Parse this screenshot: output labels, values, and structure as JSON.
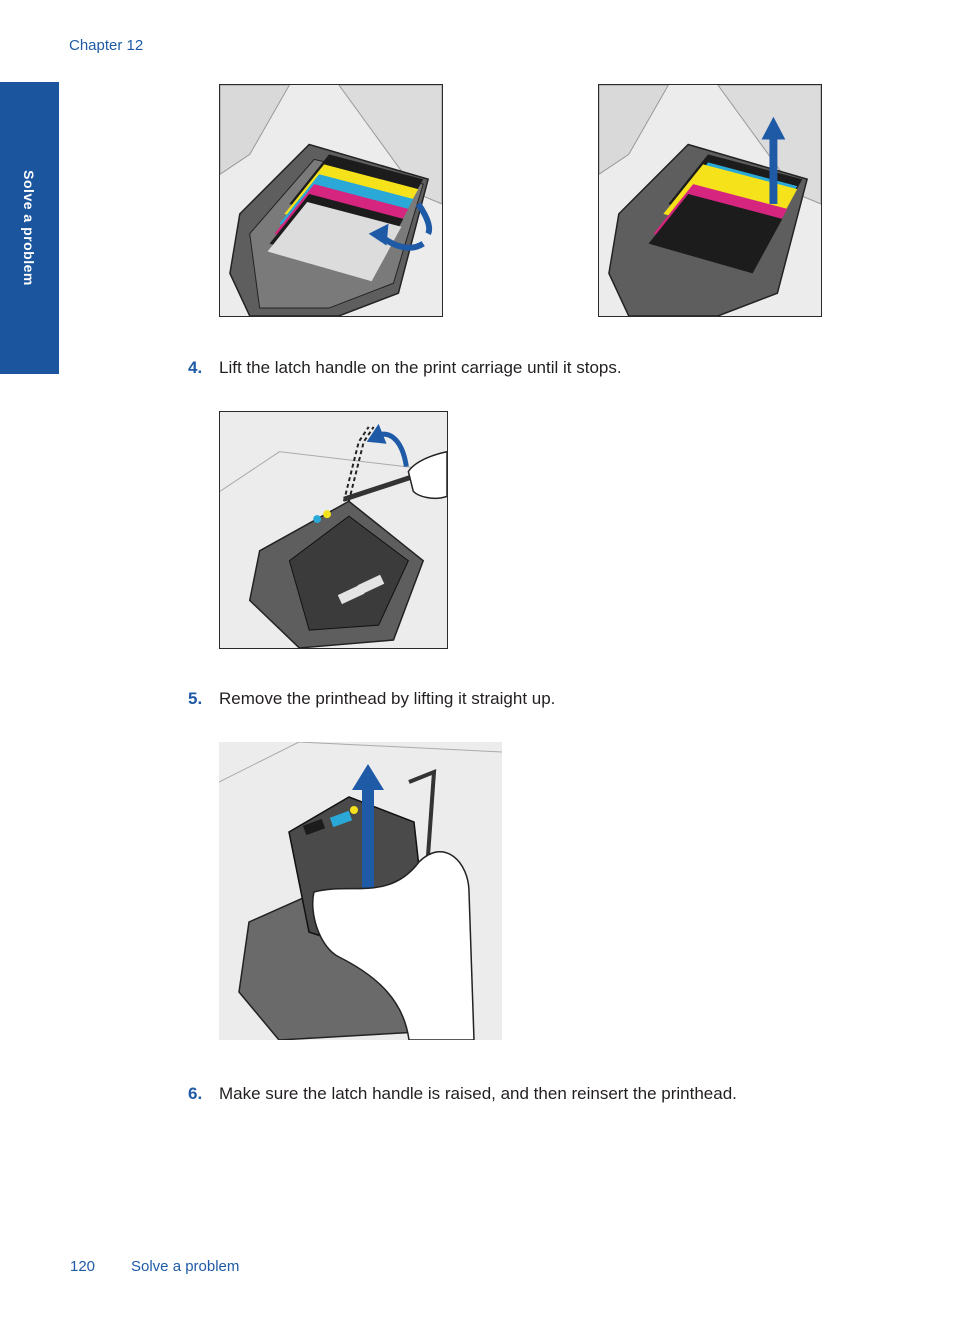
{
  "header": {
    "chapter": "Chapter 12"
  },
  "side_tab": {
    "label": "Solve a problem"
  },
  "steps": [
    {
      "number": "4.",
      "text": "Lift the latch handle on the print carriage until it stops."
    },
    {
      "number": "5.",
      "text": "Remove the printhead by lifting it straight up."
    },
    {
      "number": "6.",
      "text": "Make sure the latch handle is raised, and then reinsert the printhead."
    }
  ],
  "footer": {
    "page_number": "120",
    "section": "Solve a problem"
  },
  "colors": {
    "accent_blue": "#1f5aa6",
    "tab_blue": "#1a559e",
    "cyan_ink": "#2aa9d8",
    "magenta_ink": "#d5257f",
    "yellow_ink": "#f6e21a",
    "black_ink": "#1c1c1c"
  }
}
